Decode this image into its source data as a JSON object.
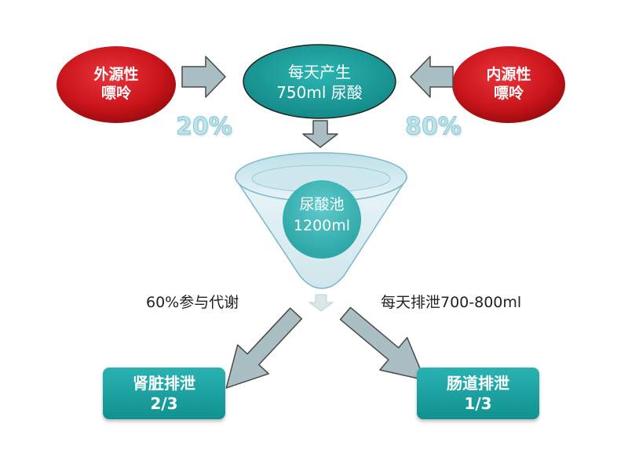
{
  "exogenous": {
    "line1": "外源性",
    "line2": "嘌呤"
  },
  "endogenous": {
    "line1": "内源性",
    "line2": "嘌呤"
  },
  "daily_production": {
    "line1": "每天产生",
    "line2": "750ml 尿酸"
  },
  "exogenous_share": "20%",
  "endogenous_share": "80%",
  "uric_pool": {
    "line1": "尿酸池",
    "line2": "1200ml"
  },
  "metabolism_note": "60%参与代谢",
  "excretion_note": "每天排泄700-800ml",
  "kidney": {
    "line1": "肾脏排泄",
    "line2": "2/3"
  },
  "intestine": {
    "line1": "肠道排泄",
    "line2": "1/3"
  },
  "colors": {
    "red": "#c8141a",
    "teal": "#1a9e9c",
    "arrow_fill": "#a9bfc4",
    "arrow_stroke": "#4a4a4a",
    "funnel_fill": "#dff0f4",
    "share_text": "#bfe3ea"
  }
}
